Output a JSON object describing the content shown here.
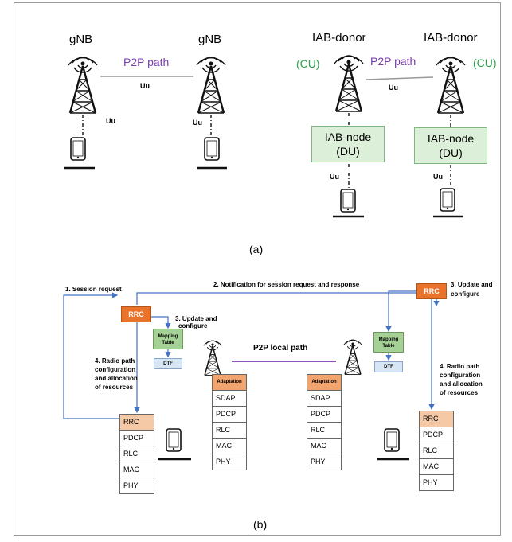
{
  "panel_a": {
    "gnb_left": "gNB",
    "gnb_right": "gNB",
    "p2p_path_left": "P2P path",
    "uu_link_left": "Uu",
    "uu_left_tower": "Uu",
    "uu_right_tower": "Uu",
    "iab_donor_left": "IAB-donor",
    "iab_donor_right": "IAB-donor",
    "cu_left": "(CU)",
    "cu_right": "(CU)",
    "p2p_path_right": "P2P path",
    "uu_link_right": "Uu",
    "iab_node_left_line1": "IAB-node",
    "iab_node_left_line2": "(DU)",
    "iab_node_right_line1": "IAB-node",
    "iab_node_right_line2": "(DU)",
    "uu_iab_left": "Uu",
    "uu_iab_right": "Uu",
    "caption": "(a)"
  },
  "panel_b": {
    "notification": "2. Notification for session request and response",
    "session_request": "1. Session request",
    "rrc_left": "RRC",
    "rrc_right": "RRC",
    "update_left_1": "3. Update and",
    "update_left_2": "configure",
    "update_right_1": "3. Update and",
    "update_right_2": "configure",
    "mapping_left_1": "Mapping",
    "mapping_left_2": "Table",
    "mapping_right_1": "Mapping",
    "mapping_right_2": "Table",
    "dtf_left": "DTF",
    "dtf_right": "DTF",
    "radio_left": [
      "4. Radio path",
      "configuration",
      "and allocation",
      "of resources"
    ],
    "radio_right": [
      "4. Radio path",
      "configuration",
      "and allocation",
      "of resources"
    ],
    "p2p_local_path": "P2P local path",
    "ue_stack_left": [
      "RRC",
      "PDCP",
      "RLC",
      "MAC",
      "PHY"
    ],
    "ue_stack_right": [
      "RRC",
      "PDCP",
      "RLC",
      "MAC",
      "PHY"
    ],
    "node_stack_left": [
      "Adaptation",
      "SDAP",
      "PDCP",
      "RLC",
      "MAC",
      "PHY"
    ],
    "node_stack_right": [
      "Adaptation",
      "SDAP",
      "PDCP",
      "RLC",
      "MAC",
      "PHY"
    ],
    "caption": "(b)"
  },
  "colors": {
    "green_label": "#2aa14a",
    "purple_label": "#7a3bb0",
    "rrc_orange": "#e9732a",
    "stack_header": "#f6c9a6",
    "mapping_green": "#a5d196",
    "dtf_blue": "#d7e5f5",
    "arrow_blue": "#4472c4",
    "p2p_line_purple": "#7a3bb0"
  },
  "icons": [
    "cell-tower-icon",
    "smartphone-icon"
  ]
}
